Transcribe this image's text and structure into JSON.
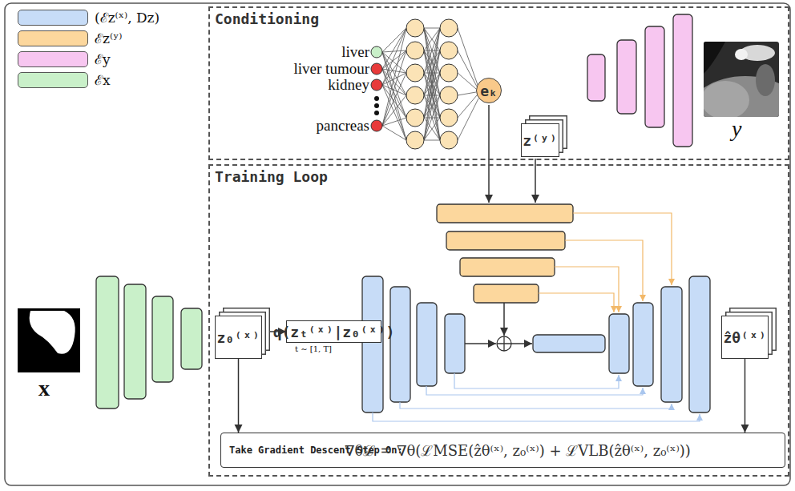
{
  "diagram": {
    "nodes": [
      {
        "text": [
          "Conditioning"
        ]
      },
      {
        "text": [
          "eₖ"
        ],
        "in": 0
      },
      {
        "text": [
          "z⁽ʸ⁾"
        ],
        "in": 0
      },
      {
        "text": [
          "Training Loop"
        ]
      },
      {
        "text": [
          "z₀⁽ˣ⁾"
        ],
        "in": 3
      },
      {
        "text": [
          "q(zₜ⁽ˣ⁾|z₀⁽ˣ⁾)"
        ],
        "in": 3
      },
      {
        "text": [
          "ẑθ⁽ˣ⁾"
        ],
        "in": 3
      },
      {
        "text": [
          "Take Gradient Descent Step On:",
          "∇θℒ = ∇θ(ℒMSE(ẑθ⁽ˣ⁾, z₀⁽ˣ⁾) + ℒVLB(ẑθ⁽ˣ⁾, z₀⁽ˣ⁾))"
        ],
        "in": 3
      }
    ],
    "edges": [
      {
        "from": 4,
        "to": 5,
        "arrow": "to"
      },
      {
        "from": 4,
        "to": 7,
        "arrow": "to"
      },
      {
        "from": 6,
        "to": 7,
        "arrow": "to"
      }
    ],
    "labels": [
      "liver",
      "liver tumour",
      "kidney",
      "pancreas",
      "y",
      "t ∼ [1, T]",
      "x"
    ],
    "legend": [
      {
        "text": "(ℰz⁽ˣ⁾, Dz)",
        "color": "#c7dcf7"
      },
      {
        "text": "ℰz⁽ʸ⁾",
        "color": "#fcd79d"
      },
      {
        "text": "ℰy",
        "color": "#f7c6f0"
      },
      {
        "text": "ℰx",
        "color": "#c9f0c9"
      }
    ]
  }
}
